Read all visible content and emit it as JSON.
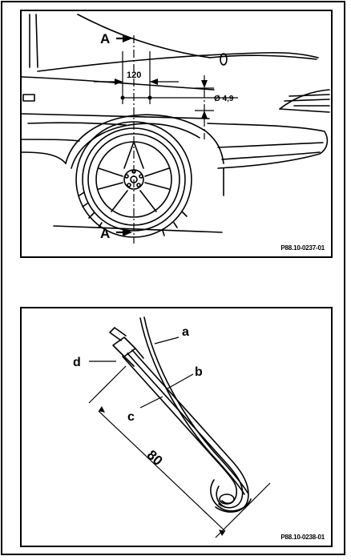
{
  "colors": {
    "ink": "#000000",
    "paper": "#ffffff"
  },
  "figure_top": {
    "label_a_top": "A",
    "label_a_bottom": "A",
    "dimension_120": "120",
    "diameter_label": "Ø 4,9",
    "code": "P88.10-0237-01"
  },
  "figure_bottom": {
    "label_a": "a",
    "label_b": "b",
    "label_c": "c",
    "label_d": "d",
    "dimension_80": "80",
    "code": "P88.10-0238-01"
  }
}
